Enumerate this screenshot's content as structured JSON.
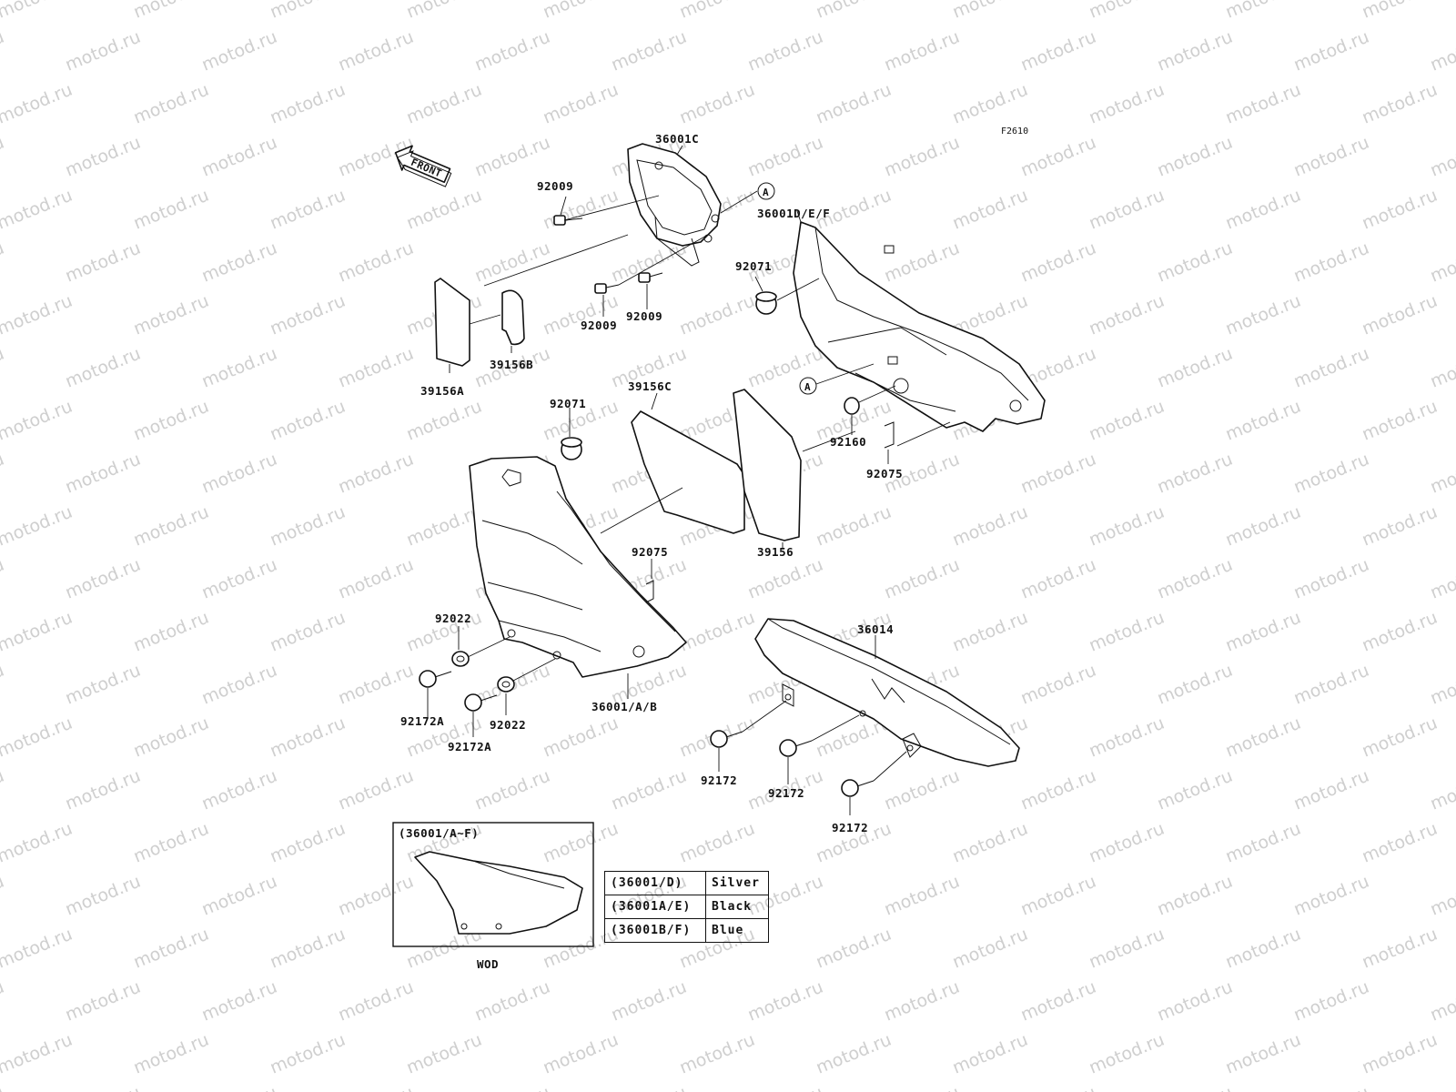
{
  "watermark": "motod.ru",
  "figure_id": "F2610",
  "front_arrow": "FRONT",
  "ref_marker": "A",
  "callouts": {
    "p36001c": "36001C",
    "p92009_top": "92009",
    "p92009_a": "92009",
    "p92009_b": "92009",
    "p39156a": "39156A",
    "p39156b": "39156B",
    "p36001def": "36001D/E/F",
    "p92071_right": "92071",
    "p92071_left": "92071",
    "p39156c": "39156C",
    "p92160": "92160",
    "p92075_right": "92075",
    "p92075_mid": "92075",
    "p39156": "39156",
    "p92022_a": "92022",
    "p92022_b": "92022",
    "p92172a_a": "92172A",
    "p92172a_b": "92172A",
    "p36001ab": "36001/A/B",
    "p36014": "36014",
    "p92172_a": "92172",
    "p92172_b": "92172",
    "p92172_c": "92172"
  },
  "inset": {
    "title": "(36001/A~F)",
    "caption": "WOD"
  },
  "legend": [
    {
      "code": "(36001/D)",
      "color": "Silver"
    },
    {
      "code": "(36001A/E)",
      "color": "Black"
    },
    {
      "code": "(36001B/F)",
      "color": "Blue"
    }
  ]
}
